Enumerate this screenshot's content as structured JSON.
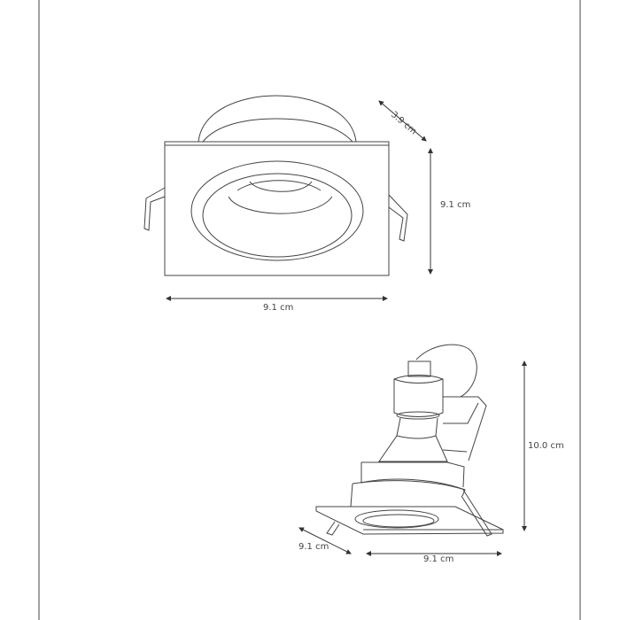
{
  "top_view": {
    "depth_label": "3.9 cm",
    "height_label": "9.1 cm",
    "width_label": "9.1 cm"
  },
  "perspective_view": {
    "height_label": "10.0 cm",
    "depth_label": "9.1 cm",
    "width_label": "9.1 cm"
  },
  "colors": {
    "line": "#444444",
    "background": "#ffffff"
  }
}
